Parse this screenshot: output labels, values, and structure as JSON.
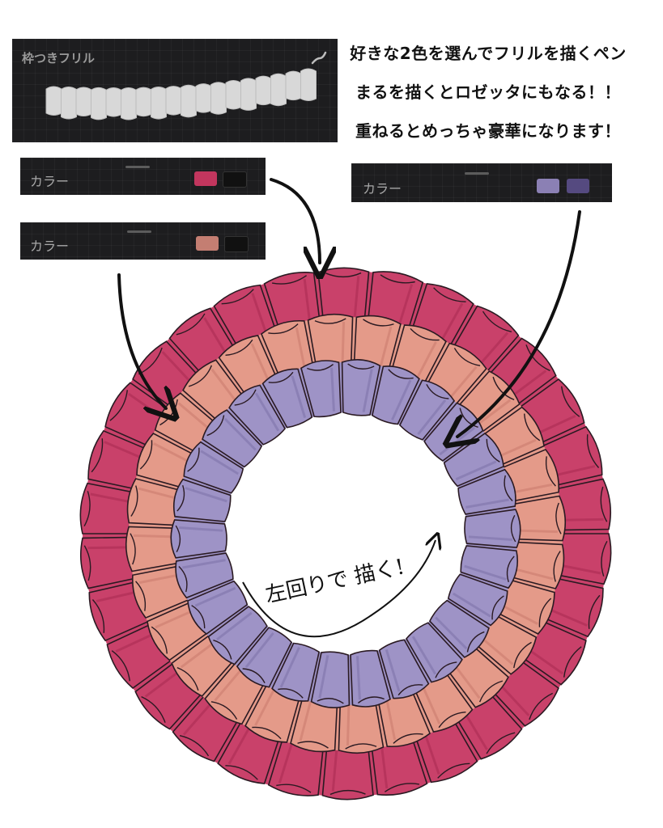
{
  "brush_panel": {
    "title": "枠つきフリル"
  },
  "color_panels": [
    {
      "label": "カラー",
      "main_color": "#c2365e",
      "sub_color": "#111111"
    },
    {
      "label": "カラー",
      "main_color": "#c47e72",
      "sub_color": "#111111"
    },
    {
      "label": "カラー",
      "main_color": "#8b80b4",
      "sub_color": "#554a80"
    }
  ],
  "captions": [
    "好きな2色を選んでフリルを描くペン",
    "まるを描くとロゼッタにもなる！！",
    "重ねるとめっちゃ豪華になります！"
  ],
  "handwritten_note": "左回りで 描く!",
  "palette": {
    "outer_ruffle": "#c9416a",
    "outer_ruffle_dark": "#a92a52",
    "middle_ruffle": "#e49a89",
    "middle_ruffle_dark": "#c97a6d",
    "inner_ruffle": "#9e93c6",
    "inner_ruffle_dark": "#7d72a8",
    "brush_stroke": "#d8d8d8",
    "outline": "#2a1a22"
  },
  "icons": [
    "pen-stroke-icon",
    "arrow-icon"
  ]
}
